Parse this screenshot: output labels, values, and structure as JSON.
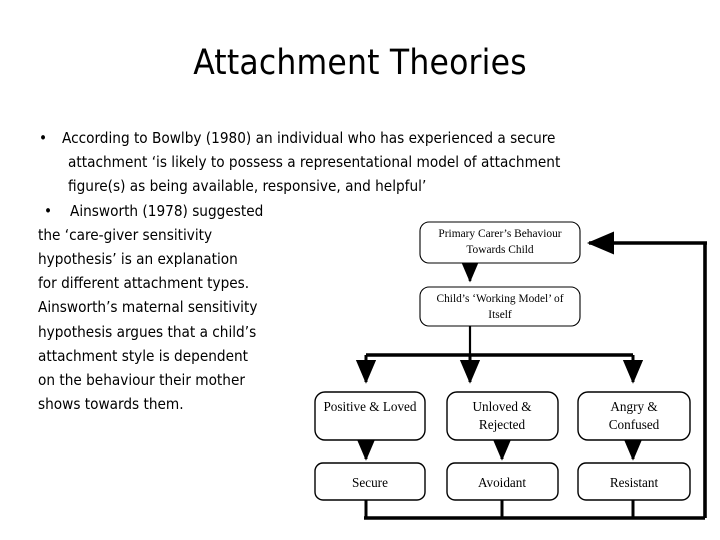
{
  "slide": {
    "title": "Attachment Theories",
    "background_color": "#ffffff",
    "text_color": "#000000"
  },
  "body": {
    "bullet_glyph": "•",
    "bullets": [
      {
        "id": "bowlby",
        "lines": [
          "According to Bowlby (1980) an individual who has experienced a secure",
          "attachment ‘is likely to  possess a representational model of attachment",
          "figure(s) as being available, responsive, and helpful’"
        ]
      },
      {
        "id": "ainsworth",
        "lines": [
          "Ainsworth (1978) suggested",
          "the ‘care-giver sensitivity",
          "hypothesis’ is an explanation",
          "for different attachment types.",
          "Ainsworth’s maternal sensitivity",
          "hypothesis argues that a child’s",
          "attachment style is dependent",
          "on the behaviour their mother",
          "shows towards them."
        ]
      }
    ]
  },
  "diagram": {
    "type": "flowchart",
    "line_color": "#000000",
    "box_fill": "#ffffff",
    "nodes": [
      {
        "id": "carer",
        "label_lines": [
          "Primary Carer’s Behaviour",
          "Towards Child"
        ]
      },
      {
        "id": "model",
        "label_lines": [
          "Child’s ‘Working Model’ of",
          "Itself"
        ]
      },
      {
        "id": "positive",
        "label_lines": [
          "Positive & Loved"
        ]
      },
      {
        "id": "unloved",
        "label_lines": [
          "Unloved &",
          "Rejected"
        ]
      },
      {
        "id": "angry",
        "label_lines": [
          "Angry &",
          "Confused"
        ]
      },
      {
        "id": "secure",
        "label_lines": [
          "Secure"
        ]
      },
      {
        "id": "avoidant",
        "label_lines": [
          "Avoidant"
        ]
      },
      {
        "id": "resistant",
        "label_lines": [
          "Resistant"
        ]
      }
    ],
    "edges": [
      {
        "from": "carer",
        "to": "model"
      },
      {
        "from": "model",
        "to": "positive"
      },
      {
        "from": "model",
        "to": "unloved"
      },
      {
        "from": "model",
        "to": "angry"
      },
      {
        "from": "positive",
        "to": "secure"
      },
      {
        "from": "unloved",
        "to": "avoidant"
      },
      {
        "from": "angry",
        "to": "resistant"
      },
      {
        "from": "secure",
        "to": "carer"
      },
      {
        "from": "avoidant",
        "to": "carer"
      },
      {
        "from": "resistant",
        "to": "carer"
      }
    ]
  }
}
